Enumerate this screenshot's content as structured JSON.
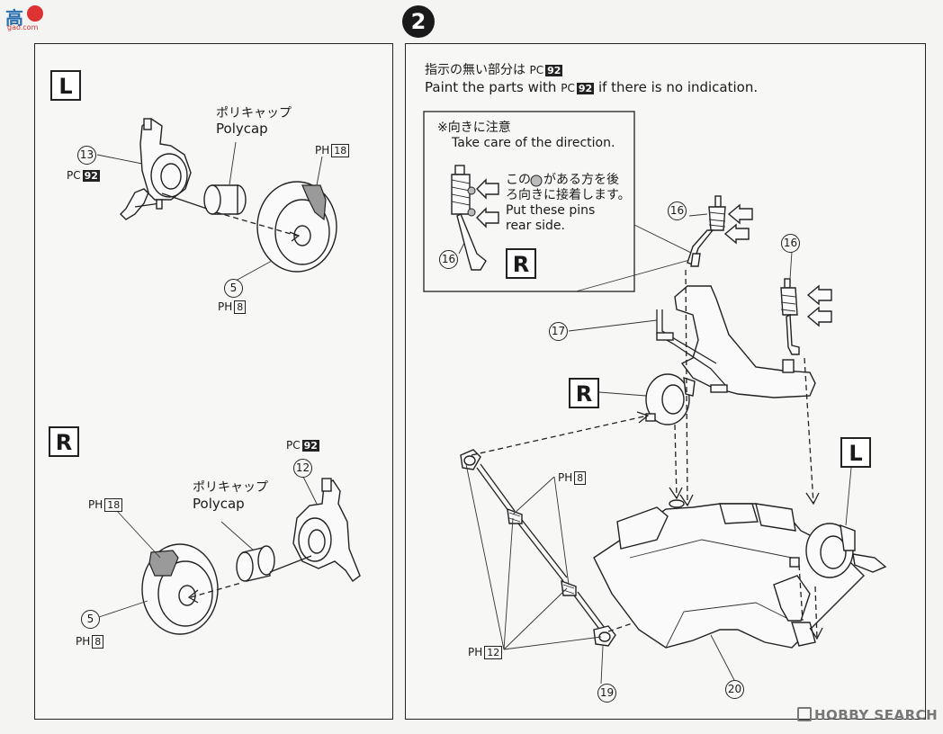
{
  "watermark_top": {
    "main": "高",
    "site": "gao.com"
  },
  "step_number": "2",
  "left_panel": {
    "L_label": "L",
    "R_label": "R",
    "L": {
      "polycap_jp": "ポリキャップ",
      "polycap_en": "Polycap",
      "part13": "13",
      "part13_paint_prefix": "PC",
      "part13_paint": "92",
      "part5": "5",
      "part5_paint_prefix": "PH",
      "part5_paint": "8",
      "hub_paint_prefix": "PH",
      "hub_paint": "18"
    },
    "R": {
      "polycap_jp": "ポリキャップ",
      "polycap_en": "Polycap",
      "part12": "12",
      "part12_paint_prefix": "PC",
      "part12_paint": "92",
      "part5": "5",
      "part5_paint_prefix": "PH",
      "part5_paint": "8",
      "hub_paint_prefix": "PH",
      "hub_paint": "18"
    }
  },
  "right_panel": {
    "instruction_jp_pre": "指示の無い部分は",
    "instruction_jp_code_prefix": "PC",
    "instruction_jp_code": "92",
    "instruction_en_pre": "Paint the parts with",
    "instruction_en_code_prefix": "PC",
    "instruction_en_code": "92",
    "instruction_en_post": "if there is no indication.",
    "note": {
      "title_jp": "※向きに注意",
      "title_en": "Take care of the direction.",
      "body_jp_1": "この",
      "body_jp_1b": "がある方を後",
      "body_jp_2": "ろ向きに接着します。",
      "body_en_1": "Put these pins",
      "body_en_2": "rear side.",
      "part16": "16",
      "R_label": "R"
    },
    "part16_a": "16",
    "part16_b": "16",
    "part17": "17",
    "R_label": "R",
    "L_label": "L",
    "part19": "19",
    "part20": "20",
    "paint_PH8_prefix": "PH",
    "paint_PH8": "8",
    "paint_PH12_prefix": "PH",
    "paint_PH12": "12"
  },
  "footer_watermark": "HOBBY SEARCH"
}
